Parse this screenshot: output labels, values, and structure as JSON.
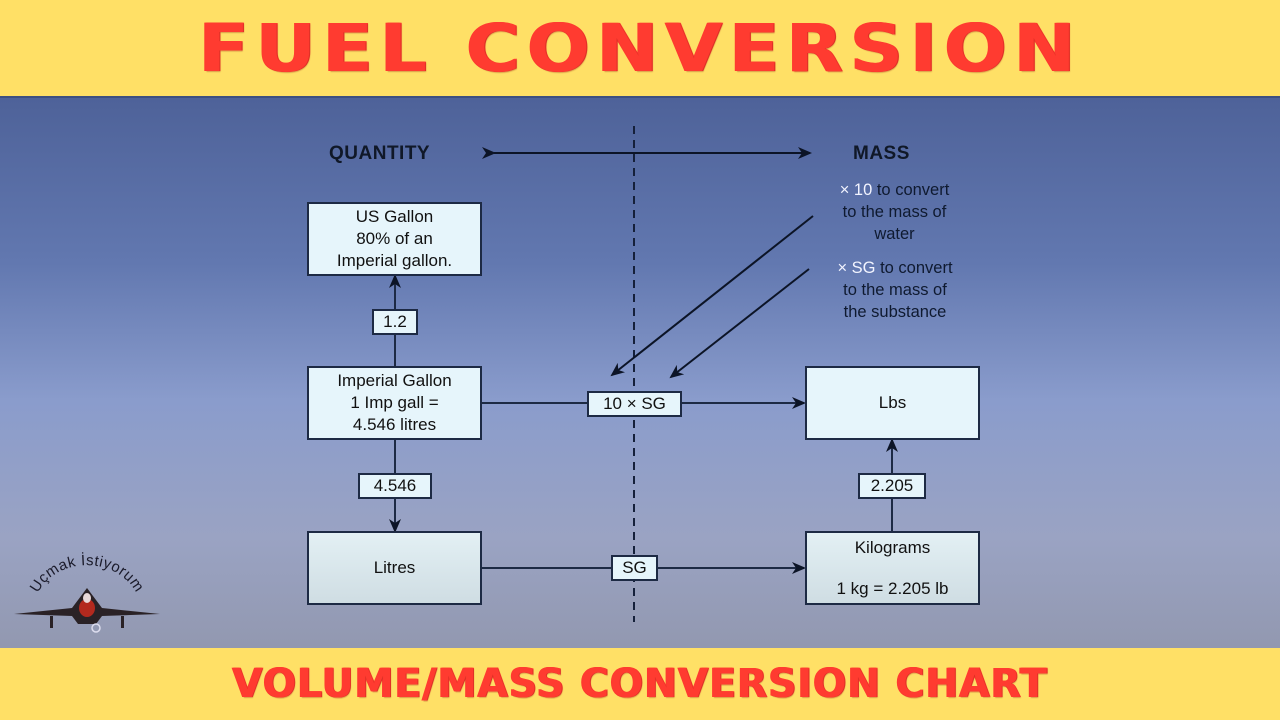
{
  "header": {
    "title": "FUEL CONVERSION"
  },
  "footer": {
    "title": "VOLUME/MASS CONVERSION CHART"
  },
  "axis": {
    "left_label": "QUANTITY",
    "right_label": "MASS"
  },
  "nodes": {
    "us_gallon": {
      "lines": [
        "US Gallon",
        "80% of an",
        "Imperial gallon."
      ]
    },
    "imperial_gallon": {
      "lines": [
        "Imperial Gallon",
        "1 Imp gall =",
        "4.546 litres"
      ]
    },
    "litres": {
      "label": "Litres"
    },
    "lbs": {
      "label": "Lbs"
    },
    "kilograms": {
      "title": "Kilograms",
      "subtitle": "1 kg = 2.205 lb"
    }
  },
  "factors": {
    "imp_to_us": "1.2",
    "imp_to_litres": "4.546",
    "imp_to_lbs": "10 × SG",
    "litres_to_kg": "SG",
    "kg_to_lbs": "2.205"
  },
  "notes": {
    "water": {
      "highlight": "× 10",
      "rest_1": " to convert",
      "line_2": "to the mass of",
      "line_3": "water"
    },
    "substance": {
      "highlight": "× SG",
      "rest_1": " to convert",
      "line_2": "to the mass of",
      "line_3": "the substance"
    }
  },
  "logo": {
    "text": "Uçmak İstiyorum",
    "icon": "fighter-jet-icon"
  },
  "colors": {
    "banner_bg": "#ffe066",
    "banner_text": "#ff3b30",
    "box_fill": "#e6f5fb",
    "line": "#1d2a44",
    "highlight_text": "#f2f4ff"
  }
}
